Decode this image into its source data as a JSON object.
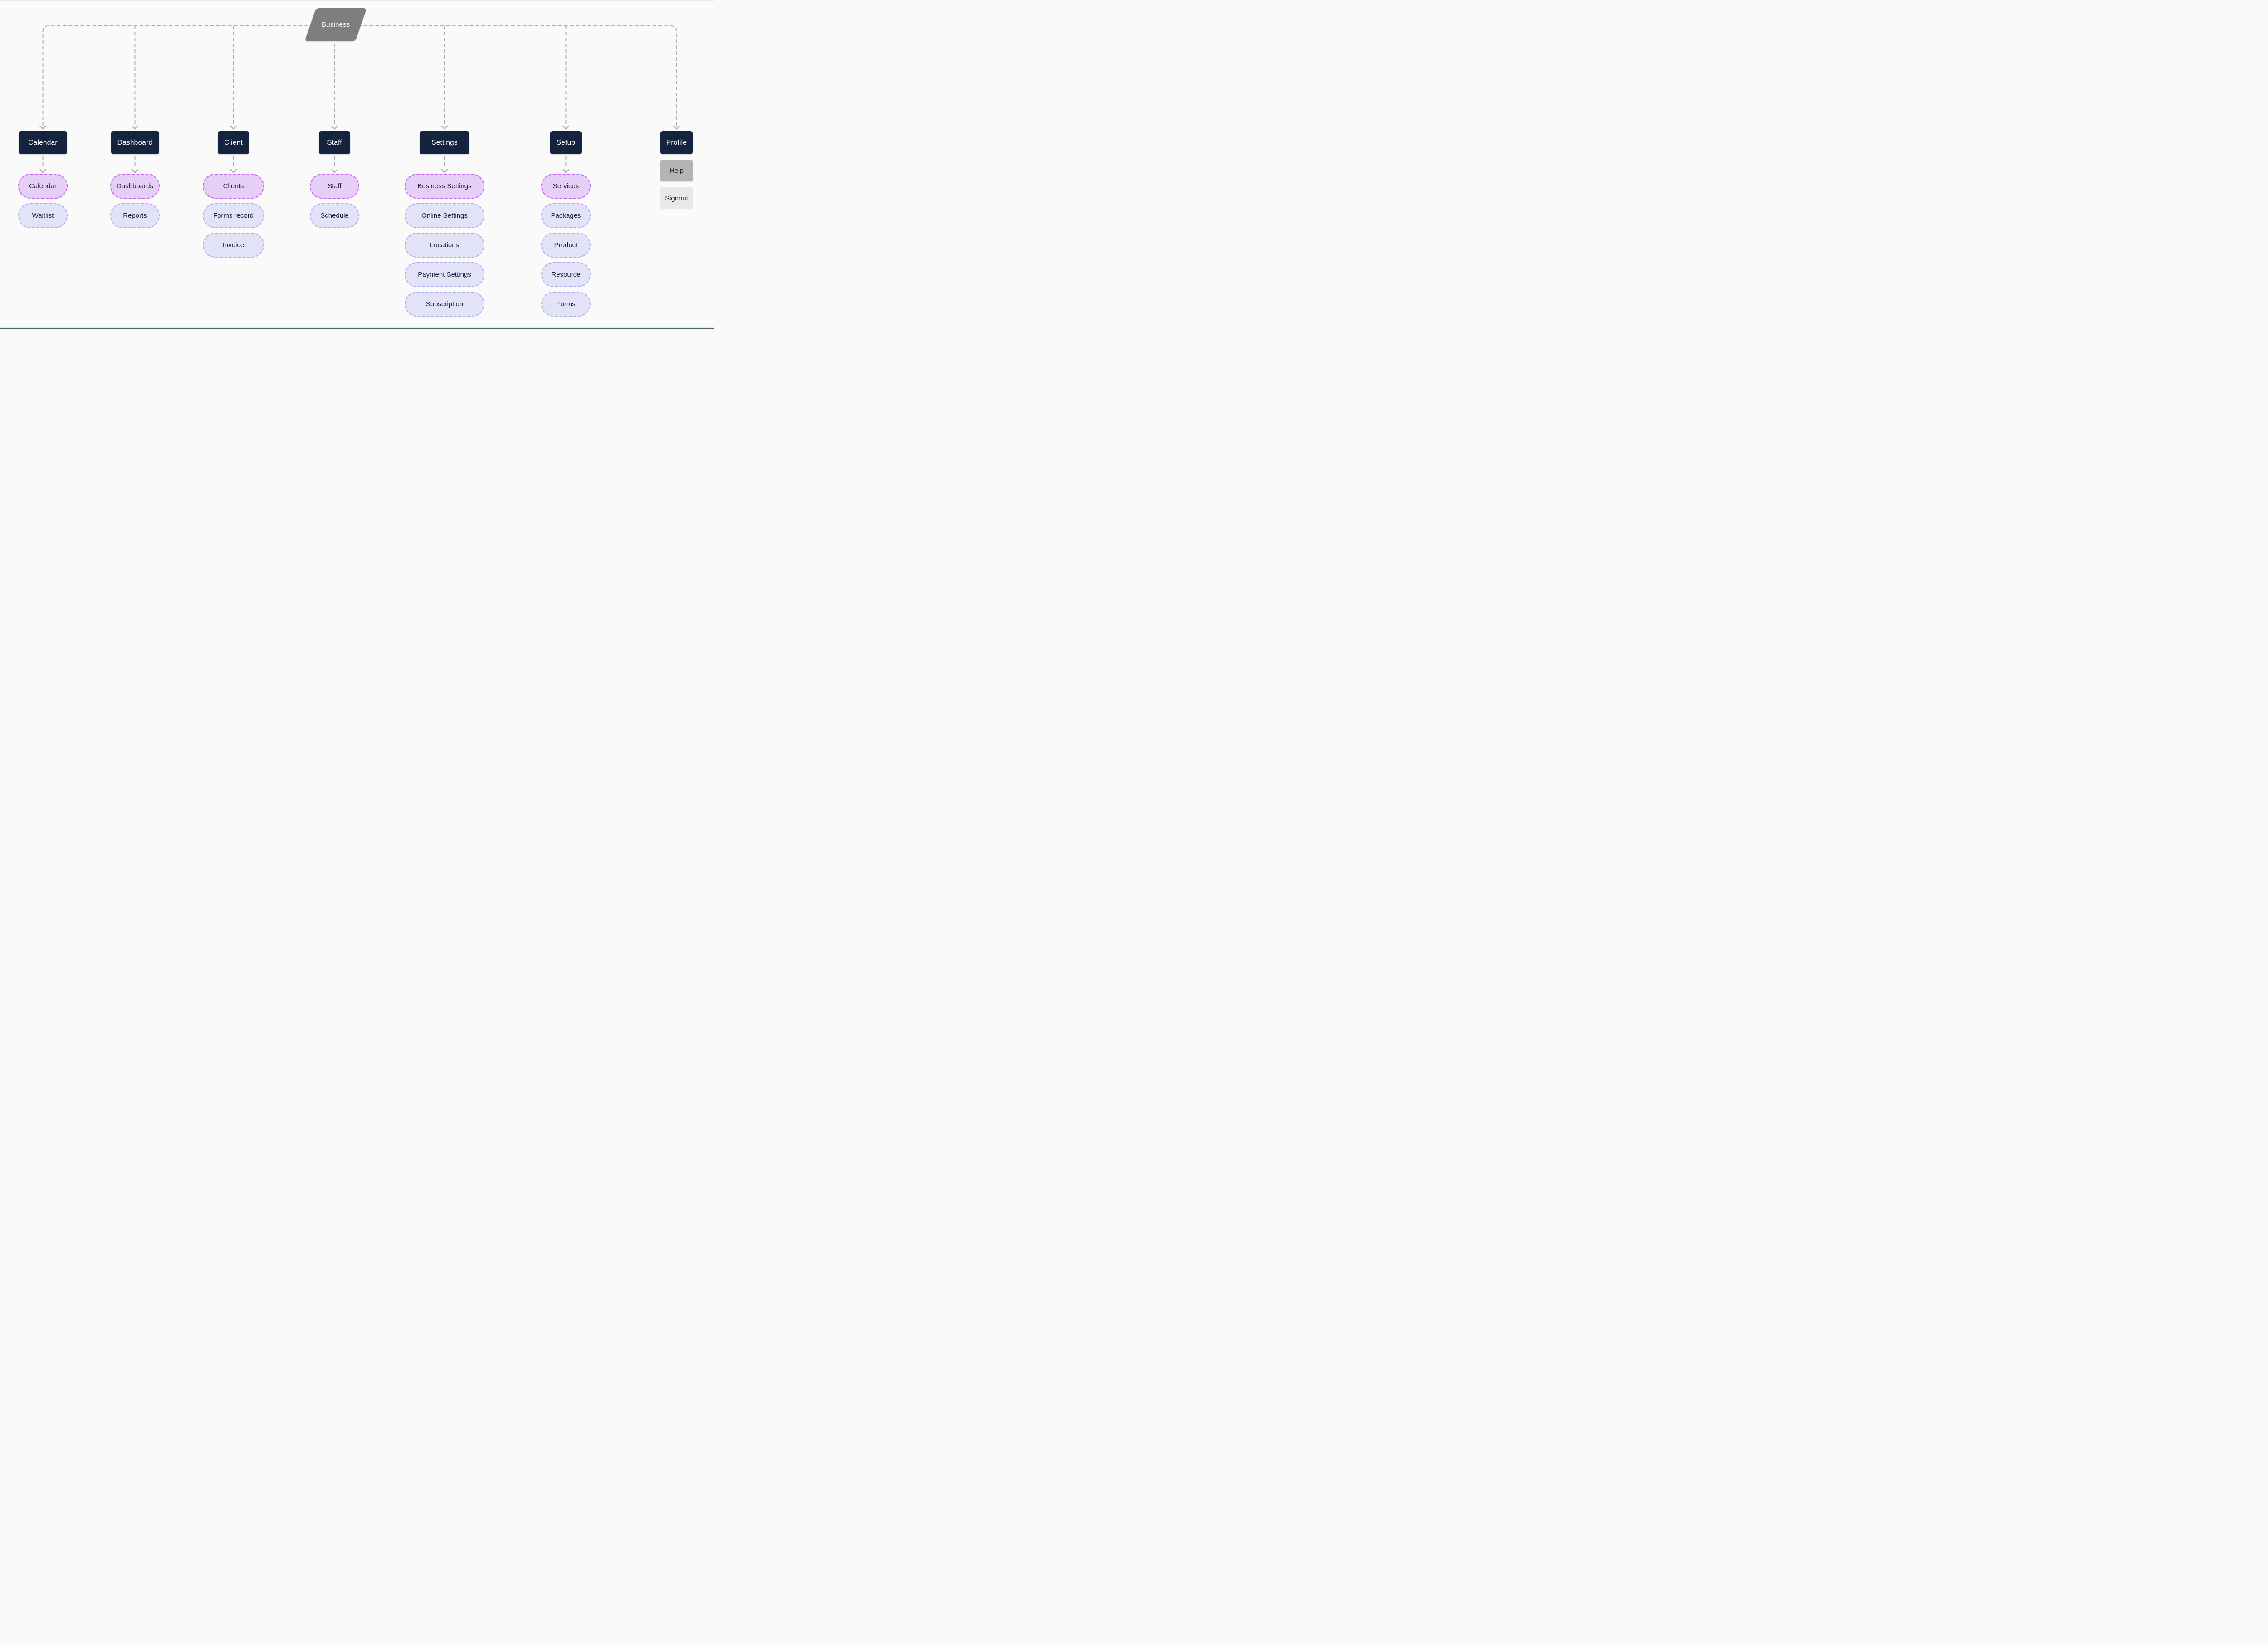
{
  "palette": {
    "bg": "#fafafa",
    "navy": "#14243e",
    "node-text": "#14233e",
    "root-fill": "#7e7e7e",
    "root-text": "#ffffff",
    "pink-fill": "#e6cff7",
    "pink-border": "#cb5ff0",
    "lav-fill": "#e3e3f8",
    "lav-border": "#b5a8ee",
    "help-fill": "#b4b4b4",
    "signout-fill": "#e8e8e8",
    "line": "#acacac",
    "edge-dark": "#4e646e",
    "edge-light": "#e9e9e9"
  },
  "root": {
    "label": "Business"
  },
  "columns": [
    {
      "header": "Calendar",
      "children": [
        {
          "label": "Calendar",
          "variant": "pink"
        },
        {
          "label": "Waitlist",
          "variant": "lavender"
        }
      ]
    },
    {
      "header": "Dashboard",
      "children": [
        {
          "label": "Dashboards",
          "variant": "pink"
        },
        {
          "label": "Reports",
          "variant": "lavender"
        }
      ]
    },
    {
      "header": "Client",
      "children": [
        {
          "label": "Clients",
          "variant": "pink"
        },
        {
          "label": "Forms record",
          "variant": "lavender"
        },
        {
          "label": "Invoice",
          "variant": "lavender"
        }
      ]
    },
    {
      "header": "Staff",
      "children": [
        {
          "label": "Staff",
          "variant": "pink"
        },
        {
          "label": "Schedule",
          "variant": "lavender"
        }
      ]
    },
    {
      "header": "Settings",
      "children": [
        {
          "label": "Business Settings",
          "variant": "pink"
        },
        {
          "label": "Online Settings",
          "variant": "lavender"
        },
        {
          "label": "Locations",
          "variant": "lavender"
        },
        {
          "label": "Payment Settings",
          "variant": "lavender"
        },
        {
          "label": "Subscription",
          "variant": "lavender"
        }
      ]
    },
    {
      "header": "Setup",
      "children": [
        {
          "label": "Services",
          "variant": "pink"
        },
        {
          "label": "Packages",
          "variant": "lavender"
        },
        {
          "label": "Product",
          "variant": "lavender"
        },
        {
          "label": "Resource",
          "variant": "lavender"
        },
        {
          "label": "Forms",
          "variant": "lavender"
        }
      ]
    },
    {
      "header": "Profile",
      "children": [
        {
          "label": "Help",
          "variant": "gray-dark"
        },
        {
          "label": "Signout",
          "variant": "gray-light"
        }
      ]
    }
  ]
}
